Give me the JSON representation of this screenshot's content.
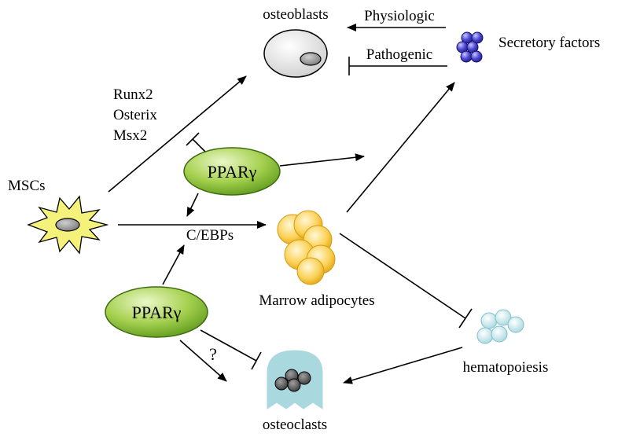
{
  "labels": {
    "osteoblasts": "osteoblasts",
    "physiologic": "Physiologic",
    "pathogenic": "Pathogenic",
    "secretory_factors": "Secretory factors",
    "runx2": "Runx2",
    "osterix": "Osterix",
    "msx2": "Msx2",
    "mscs": "MSCs",
    "ppar_gamma_top": "PPARγ",
    "cebps": "C/EBPs",
    "marrow_adipocytes": "Marrow adipocytes",
    "ppar_gamma_bottom": "PPARγ",
    "question_mark": "?",
    "hematopoiesis": "hematopoiesis",
    "osteoclasts": "osteoclasts"
  },
  "colors": {
    "ppar_fill": "#8cc43a",
    "ppar_highlight": "#e8f5c8",
    "adipocyte_fill": "#f5c431",
    "secretory_fill": "#4a44c9",
    "hematopoiesis_fill": "#bfe4ea",
    "osteoclast_fill": "#a9d8df",
    "msc_star_fill": "#f4f27a",
    "nucleus_fill": "#9a9a9a"
  },
  "icons": {
    "osteoblast": "osteoblast-cell-icon",
    "secretory": "secretory-factors-cluster-icon",
    "msc": "msc-star-cell-icon",
    "adipocyte": "adipocyte-cluster-icon",
    "hematopoiesis": "hematopoietic-cells-icon",
    "osteoclast": "osteoclast-cell-icon"
  }
}
